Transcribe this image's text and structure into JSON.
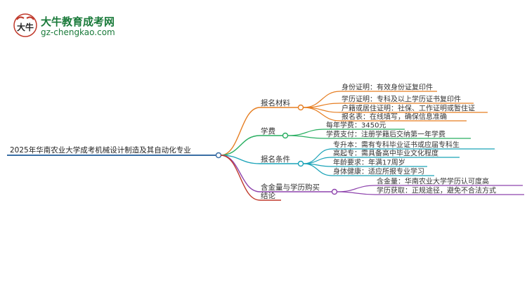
{
  "logo": {
    "mark_text": "大牛",
    "title": "大牛教育成考网",
    "url": "gz-chengkao.com"
  },
  "colors": {
    "root": "#3a6ea5",
    "materials": "#e67e22",
    "fee": "#27ae60",
    "conditions": "#1aa3b8",
    "gold": "#8e44ad",
    "conclusion": "#c0392b"
  },
  "mindmap": {
    "root": "2025年华南农业大学成考机械设计制造及其自动化专业",
    "branches": [
      {
        "id": "materials",
        "label": "报名材料",
        "children": [
          "身份证明：有效身份证复印件",
          "学历证明：专科及以上学历证书复印件",
          "户籍或居住证明：社保、工作证明或暂住证",
          "报名表：在线填写，确保信息准确"
        ]
      },
      {
        "id": "fee",
        "label": "学费",
        "children": [
          "每年学费：3450元",
          "学费支付：注册学籍后交纳第一年学费"
        ]
      },
      {
        "id": "conditions",
        "label": "报名条件",
        "children": [
          "专升本：需有专科毕业证书或应届专科生",
          "高起专：需具备高中毕业文化程度",
          "年龄要求：年满17周岁",
          "身体健康：适应所报专业学习"
        ]
      },
      {
        "id": "gold",
        "label": "含金量与学历购买",
        "children": [
          "含金量：华南农业大学学历认可度高",
          "学历获取：正规途径，避免不合法方式"
        ]
      },
      {
        "id": "conclusion",
        "label": "结论",
        "children": []
      }
    ]
  }
}
